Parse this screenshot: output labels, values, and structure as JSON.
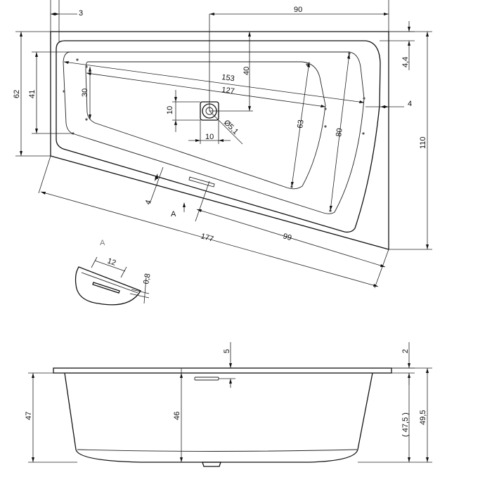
{
  "plan_view": {
    "dims": {
      "rim_offset": "3",
      "drain_axis": "90",
      "drain_to_bottom": "40",
      "rim_top": "4,4",
      "width_left": "62",
      "inner_width_left": "41",
      "floor_width_left": "30",
      "length_153": "153",
      "length_127": "127",
      "drain_box": "10",
      "drain_box_width": "10",
      "drain_diameter": "Ø5,1",
      "inner_63": "63",
      "inner_80": "80",
      "rim_right": "4",
      "overall_width": "110",
      "rim_front": "4",
      "overall_length": "177",
      "length_99": "99",
      "section_marker": "A"
    }
  },
  "detail_a": {
    "title": "A",
    "dims": {
      "width": "12",
      "thickness": "0,8"
    }
  },
  "side_view": {
    "dims": {
      "depth_47": "47",
      "depth_46": "46",
      "overflow_5": "5",
      "rim_2": "2",
      "depth_47_5": "( 47,5 )",
      "height_49_5": "49,5"
    }
  }
}
